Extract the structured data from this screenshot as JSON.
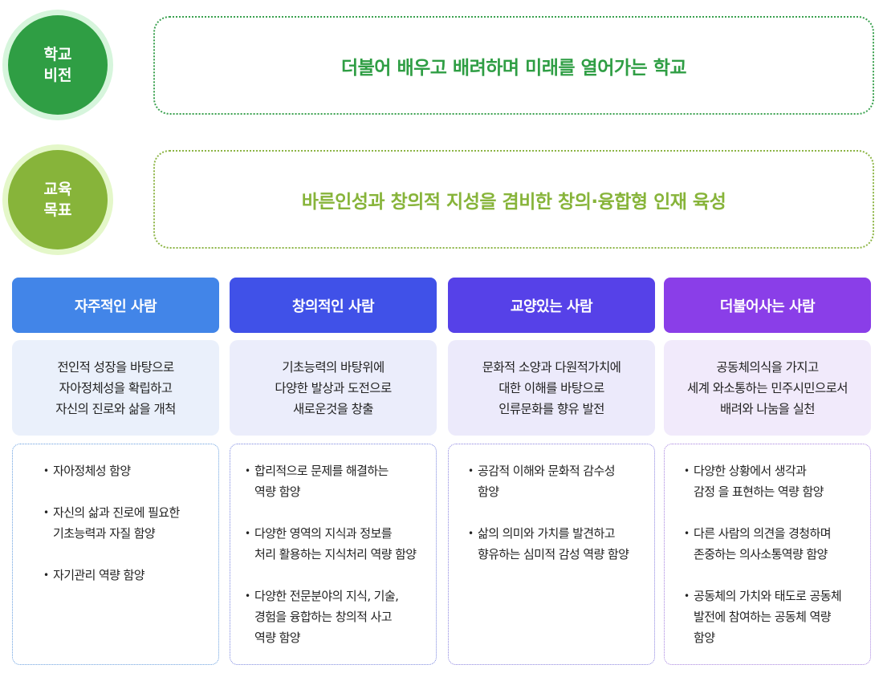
{
  "vision": {
    "badge_line1": "학교",
    "badge_line2": "비전",
    "text": "더불어 배우고 배려하며 미래를 열어가는 학교",
    "color": "#2f9e44",
    "ring_color": "#d6f5dc"
  },
  "goal": {
    "badge_line1": "교육",
    "badge_line2": "목표",
    "text": "바른인성과 창의적 지성을 겸비한 창의·융합형 인재 육성",
    "color": "#87b43a",
    "ring_color": "#e4f7c9"
  },
  "columns": [
    {
      "title": "자주적인 사람",
      "head_color": "#4285e8",
      "desc_bg": "#eaf0fb",
      "border_color": "#6aa0e0",
      "desc": [
        "전인적 성장을 바탕으로",
        "자아정체성을 확립하고",
        "자신의 진로와 삶을 개척"
      ],
      "items": [
        [
          "자아정체성 함양"
        ],
        [
          "자신의 삶과 진로에 필요한",
          "기초능력과 자질 함양"
        ],
        [
          "자기관리 역량 함양"
        ]
      ]
    },
    {
      "title": "창의적인 사람",
      "head_color": "#4051e8",
      "desc_bg": "#ebedfb",
      "border_color": "#7c88e0",
      "desc": [
        "기초능력의 바탕위에",
        "다양한 발상과 도전으로",
        "새로운것을 창출"
      ],
      "items": [
        [
          "합리적으로 문제를 해결하는",
          "역량 함양"
        ],
        [
          "다양한 영역의 지식과 정보를",
          "처리 활용하는 지식처리 역량 함양"
        ],
        [
          "다양한 전문분야의 지식, 기술,",
          "경험을 융합하는 창의적 사고",
          "역량 함양"
        ]
      ]
    },
    {
      "title": "교양있는 사람",
      "head_color": "#5641e8",
      "desc_bg": "#eceafb",
      "border_color": "#8c84e0",
      "desc": [
        "문화적 소양과 다원적가치에",
        "대한 이해를 바탕으로",
        "인류문화를 향유 발전"
      ],
      "items": [
        [
          "공감적 이해와 문화적 감수성",
          "함양"
        ],
        [
          "삶의 의미와 가치를 발견하고",
          "향유하는 심미적 감성 역량 함양"
        ]
      ]
    },
    {
      "title": "더불어사는 사람",
      "head_color": "#8a3ee8",
      "desc_bg": "#f1eafb",
      "border_color": "#a884e0",
      "desc": [
        "공동체의식을 가지고",
        "세계 와소통하는 민주시민으로서",
        "배려와 나눔을 실천"
      ],
      "items": [
        [
          "다양한 상황에서 생각과",
          "감정 을 표현하는 역량 함양"
        ],
        [
          "다른 사람의 의견을 경청하며",
          "존중하는 의사소통역량 함양"
        ],
        [
          "공동체의 가치와 태도로 공동체",
          "발전에 참여하는 공동체 역량",
          "함양"
        ]
      ]
    }
  ]
}
